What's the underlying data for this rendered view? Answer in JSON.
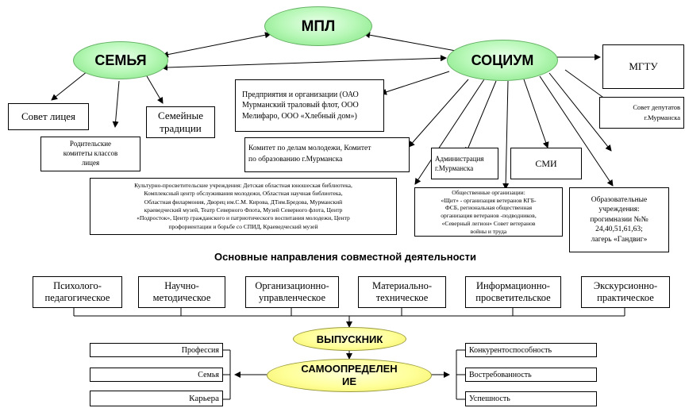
{
  "center": {
    "mpl": "МПЛ",
    "family": "СЕМЬЯ",
    "society": "СОЦИУМ"
  },
  "family_items": {
    "council": "Совет лицея",
    "committees": "Родительские\nкомитеты классов\nлицея",
    "traditions": "Семейные\nтрадиции"
  },
  "society_items": {
    "enterprises": "Предприятия и организации (ОАО\nМурманский траловый флот, ООО\nМелифаро, ООО «Хлебный дом»)",
    "committee_youth": "Комитет по делам молодежи, Комитет\nпо образованию г.Мурманска",
    "administration": "Администрация\nг.Мурманска",
    "smi": "СМИ",
    "mgtu": "МГТУ",
    "deputies": "Совет депутатов\nг.Мурманска",
    "culture": "Культурно-просветительские учреждения: Детская областная юношеская библиотека,\nКомплексный центр обслуживания молодежи, Областная научная библиотека,\nОбластная филармония, Дворец им.С.М. Кирова, ДТим.Бредова, Мурманский\nкраеведческий музей, Театр Северного Флота, Музей Северного флота, Центр\n«Подросток», Центр гражданского и патриотического воспитания молодежи, Центр\nпрофориентации и борьбе со СПИД, Краеведческий музей",
    "public_orgs": "Общественные организации:\n«Щит» - организация ветеранов КГБ-\nФСБ, региональная общественная\nорганизация ветеранов -подводников,\n«Северный легион» Совет ветеранов\nвойны и труда",
    "education": "Образовательные\nучреждения:\nпрогимназии №№\n24,40,51,61,63;\nлагерь «Гандвиг»"
  },
  "section_title": "Основные направления совместной деятельности",
  "directions": [
    "Психолого-\nпедагогическое",
    "Научно-\nметодическое",
    "Организационно-\nуправленческое",
    "Материально-\nтехническое",
    "Информационно-\nпросветительское",
    "Экскурсионно-\nпрактическое"
  ],
  "graduate": "ВЫПУСКНИК",
  "self_determination": "САМООПРЕДЕЛЕН\nИЕ",
  "left_items": [
    "Профессия",
    "Семья",
    "Карьера"
  ],
  "right_items": [
    "Конкурентоспособность",
    "Востребованность",
    "Успешность"
  ],
  "colors": {
    "green_fill": "#b6f7b6",
    "yellow_fill": "#ffff99",
    "line": "#000000"
  }
}
